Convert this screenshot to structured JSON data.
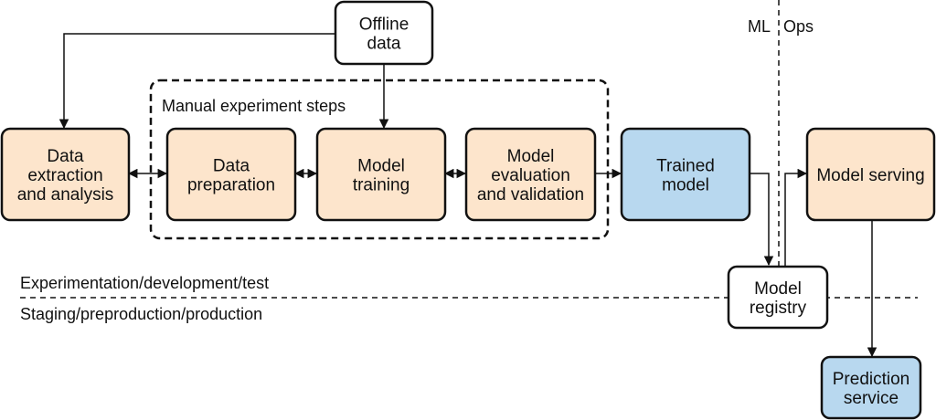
{
  "colors": {
    "peach": "#fde5cc",
    "blue": "#b8d8ef",
    "white": "#ffffff",
    "stroke": "#111111"
  },
  "labels": {
    "ml": "ML",
    "ops": "Ops",
    "manual_steps": "Manual experiment steps",
    "experimentation": "Experimentation/development/test",
    "staging": "Staging/preproduction/production"
  },
  "nodes": {
    "offline_data": {
      "lines": [
        "Offline",
        "data"
      ],
      "fill": "white"
    },
    "data_extraction": {
      "lines": [
        "Data",
        "extraction",
        "and analysis"
      ],
      "fill": "peach"
    },
    "data_preparation": {
      "lines": [
        "Data",
        "preparation"
      ],
      "fill": "peach"
    },
    "model_training": {
      "lines": [
        "Model",
        "training"
      ],
      "fill": "peach"
    },
    "model_evaluation": {
      "lines": [
        "Model",
        "evaluation",
        "and validation"
      ],
      "fill": "peach"
    },
    "trained_model": {
      "lines": [
        "Trained",
        "model"
      ],
      "fill": "blue"
    },
    "model_serving": {
      "lines": [
        "Model serving"
      ],
      "fill": "peach"
    },
    "model_registry": {
      "lines": [
        "Model",
        "registry"
      ],
      "fill": "white"
    },
    "prediction_service": {
      "lines": [
        "Prediction",
        "service"
      ],
      "fill": "blue"
    }
  }
}
